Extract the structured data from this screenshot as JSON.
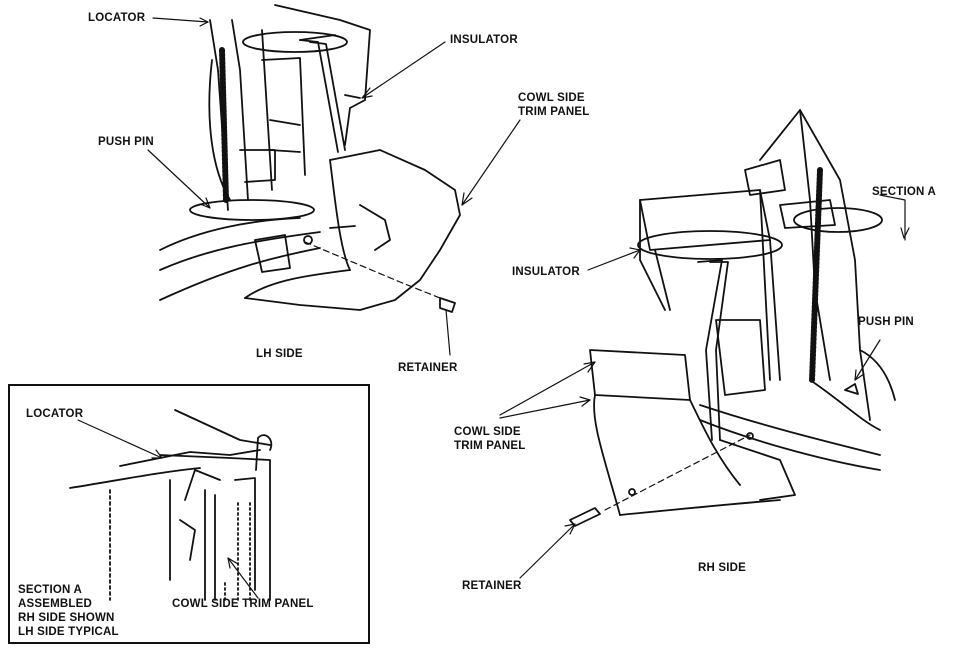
{
  "views": {
    "lh": {
      "title": "LH SIDE",
      "locator": "LOCATOR",
      "insulator": "INSULATOR",
      "cowl_trim_line1": "COWL SIDE",
      "cowl_trim_line2": "TRIM PANEL",
      "push_pin": "PUSH PIN",
      "retainer": "RETAINER"
    },
    "rh": {
      "title": "RH SIDE",
      "section_a": "SECTION A",
      "insulator": "INSULATOR",
      "push_pin": "PUSH PIN",
      "cowl_trim_line1": "COWL SIDE",
      "cowl_trim_line2": "TRIM PANEL",
      "retainer": "RETAINER"
    },
    "inset": {
      "locator": "LOCATOR",
      "cowl_trim": "COWL SIDE TRIM PANEL",
      "caption_line1": "SECTION A",
      "caption_line2": "ASSEMBLED",
      "caption_line3": "RH SIDE SHOWN",
      "caption_line4": "LH SIDE TYPICAL"
    }
  },
  "colors": {
    "ink": "#111111",
    "paper": "#ffffff"
  }
}
